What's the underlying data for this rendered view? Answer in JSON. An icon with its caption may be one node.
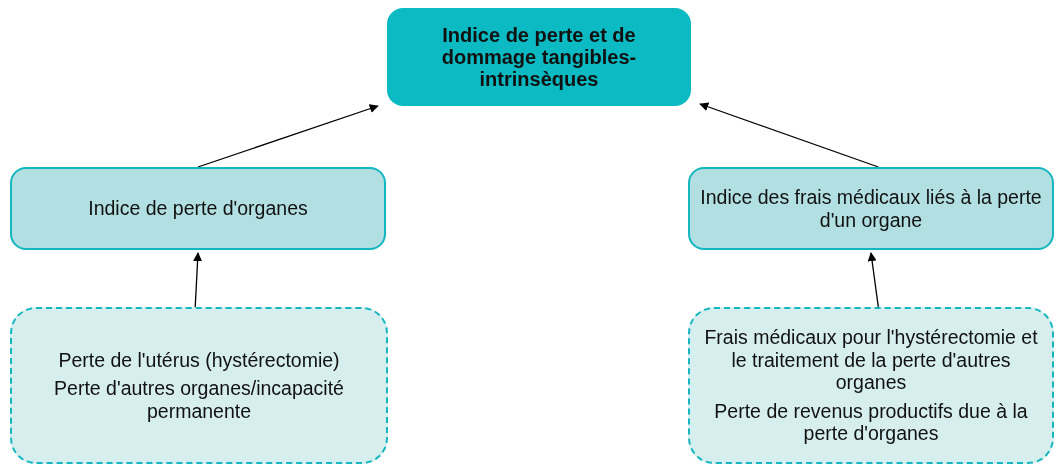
{
  "diagram": {
    "nodes": [
      {
        "text": [
          "Indice de perte et de dommage tangibles-intrinsèques"
        ]
      },
      {
        "text": [
          "Indice de perte d'organes"
        ]
      },
      {
        "text": [
          "Indice des frais médicaux liés à la perte d'un organe"
        ]
      },
      {
        "text": [
          "Perte de l'utérus (hystérectomie)",
          "Perte d'autres organes/incapacité permanente"
        ]
      },
      {
        "text": [
          "Frais médicaux pour l'hystérectomie et le traitement de la perte d'autres organes",
          "Perte de revenus productifs due à la perte d'organes"
        ]
      }
    ],
    "edges": [
      {
        "from": 1,
        "to": 0,
        "arrow": "to"
      },
      {
        "from": 2,
        "to": 0,
        "arrow": "to"
      },
      {
        "from": 3,
        "to": 1,
        "arrow": "to"
      },
      {
        "from": 4,
        "to": 2,
        "arrow": "to"
      }
    ]
  }
}
